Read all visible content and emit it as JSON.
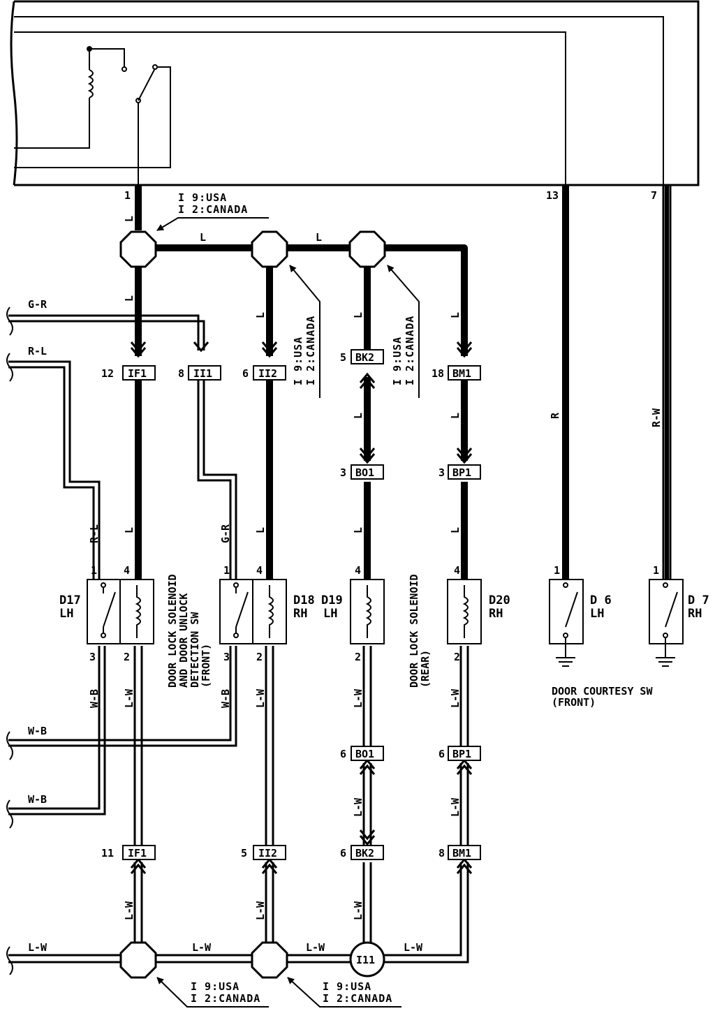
{
  "top": {
    "pin1": "1",
    "pin13": "13",
    "pin7": "7"
  },
  "notes": {
    "usa": "I 9:USA",
    "canada": "I 2:CANADA"
  },
  "left_wires": {
    "gr": "G-R",
    "rl": "R-L",
    "wb1": "W-B",
    "wb2": "W-B",
    "lw": "L-W"
  },
  "wires": {
    "l": "L",
    "lw": "L-W",
    "r": "R",
    "rw": "R-W",
    "gr": "G-R",
    "rl": "R-L",
    "wb": "W-B"
  },
  "connectors": {
    "if1_top": {
      "pin": "12",
      "id": "IF1"
    },
    "ii1": {
      "pin": "8",
      "id": "II1"
    },
    "ii2_top": {
      "pin": "6",
      "id": "II2"
    },
    "bk2_top": {
      "pin": "5",
      "id": "BK2"
    },
    "bm1_top": {
      "pin": "18",
      "id": "BM1"
    },
    "bo1_top": {
      "pin": "3",
      "id": "BO1"
    },
    "bp1_top": {
      "pin": "3",
      "id": "BP1"
    },
    "bo1_bot": {
      "pin": "6",
      "id": "BO1"
    },
    "bp1_bot": {
      "pin": "6",
      "id": "BP1"
    },
    "if1_bot": {
      "pin": "11",
      "id": "IF1"
    },
    "ii2_bot": {
      "pin": "5",
      "id": "II2"
    },
    "bk2_bot": {
      "pin": "6",
      "id": "BK2"
    },
    "bm1_bot": {
      "pin": "8",
      "id": "BM1"
    },
    "i11": {
      "id": "I11"
    }
  },
  "components": {
    "d17": {
      "name": "D17",
      "side": "LH",
      "pin1": "1",
      "pin4": "4",
      "pin3": "3",
      "pin2": "2"
    },
    "d18": {
      "name": "D18",
      "side": "RH",
      "pin1": "1",
      "pin4": "4",
      "pin3": "3",
      "pin2": "2"
    },
    "d19": {
      "name": "D19",
      "side": "LH",
      "pin4": "4",
      "pin2": "2"
    },
    "d20": {
      "name": "D20",
      "side": "RH",
      "pin4": "4",
      "pin2": "2"
    },
    "d6": {
      "name": "D 6",
      "side": "LH",
      "pin1": "1"
    },
    "d7": {
      "name": "D 7",
      "side": "RH",
      "pin1": "1"
    }
  },
  "captions": {
    "front_1": "DOOR LOCK SOLENOID",
    "front_2": "AND DOOR UNLOCK",
    "front_3": "DETECTION SW",
    "front_4": "(FRONT)",
    "rear_1": "DOOR LOCK SOLENOID",
    "rear_2": "(REAR)",
    "courtesy_1": "DOOR COURTESY SW",
    "courtesy_2": "(FRONT)"
  }
}
